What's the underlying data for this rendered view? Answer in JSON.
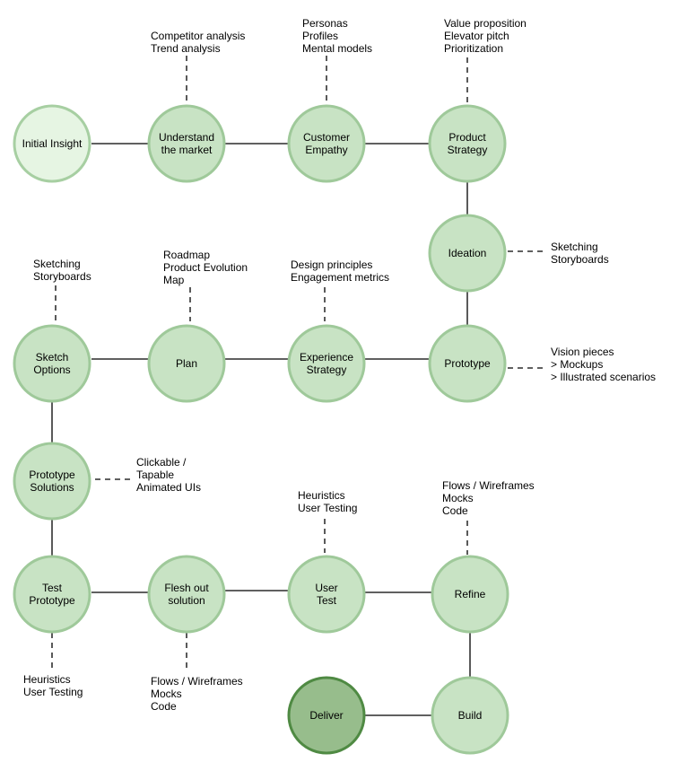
{
  "nodes": {
    "initial_insight": {
      "label": [
        "Initial Insight"
      ]
    },
    "understand_market": {
      "label": [
        "Understand",
        "the market"
      ]
    },
    "customer_empathy": {
      "label": [
        "Customer",
        "Empathy"
      ]
    },
    "product_strategy": {
      "label": [
        "Product",
        "Strategy"
      ]
    },
    "ideation": {
      "label": [
        "Ideation"
      ]
    },
    "prototype": {
      "label": [
        "Prototype"
      ]
    },
    "experience_strategy": {
      "label": [
        "Experience",
        "Strategy"
      ]
    },
    "plan": {
      "label": [
        "Plan"
      ]
    },
    "sketch_options": {
      "label": [
        "Sketch",
        "Options"
      ]
    },
    "prototype_solutions": {
      "label": [
        "Prototype",
        "Solutions"
      ]
    },
    "test_prototype": {
      "label": [
        "Test",
        "Prototype"
      ]
    },
    "flesh_out_solution": {
      "label": [
        "Flesh out",
        "solution"
      ]
    },
    "user_test": {
      "label": [
        "User",
        "Test"
      ]
    },
    "refine": {
      "label": [
        "Refine"
      ]
    },
    "build": {
      "label": [
        "Build"
      ]
    },
    "deliver": {
      "label": [
        "Deliver"
      ]
    }
  },
  "annotations": {
    "market": [
      "Competitor analysis",
      "Trend analysis"
    ],
    "empathy": [
      "Personas",
      "Profiles",
      "Mental models"
    ],
    "strategy": [
      "Value proposition",
      "Elevator pitch",
      "Prioritization"
    ],
    "ideation": [
      "Sketching",
      "Storyboards"
    ],
    "prototype": [
      "Vision pieces",
      "> Mockups",
      "> Illustrated scenarios"
    ],
    "experience": [
      "Design principles",
      "Engagement metrics"
    ],
    "plan": [
      "Roadmap",
      "Product Evolution",
      "Map"
    ],
    "sketch": [
      "Sketching",
      "Storyboards"
    ],
    "prototype_solutions": [
      "Clickable /",
      "Tapable",
      "Animated UIs"
    ],
    "test_prototype": [
      "Heuristics",
      "User Testing"
    ],
    "flesh_out": [
      "Flows / Wireframes",
      "Mocks",
      "Code"
    ],
    "user_test": [
      "Heuristics",
      "User Testing"
    ],
    "refine": [
      "Flows / Wireframes",
      "Mocks",
      "Code"
    ]
  }
}
